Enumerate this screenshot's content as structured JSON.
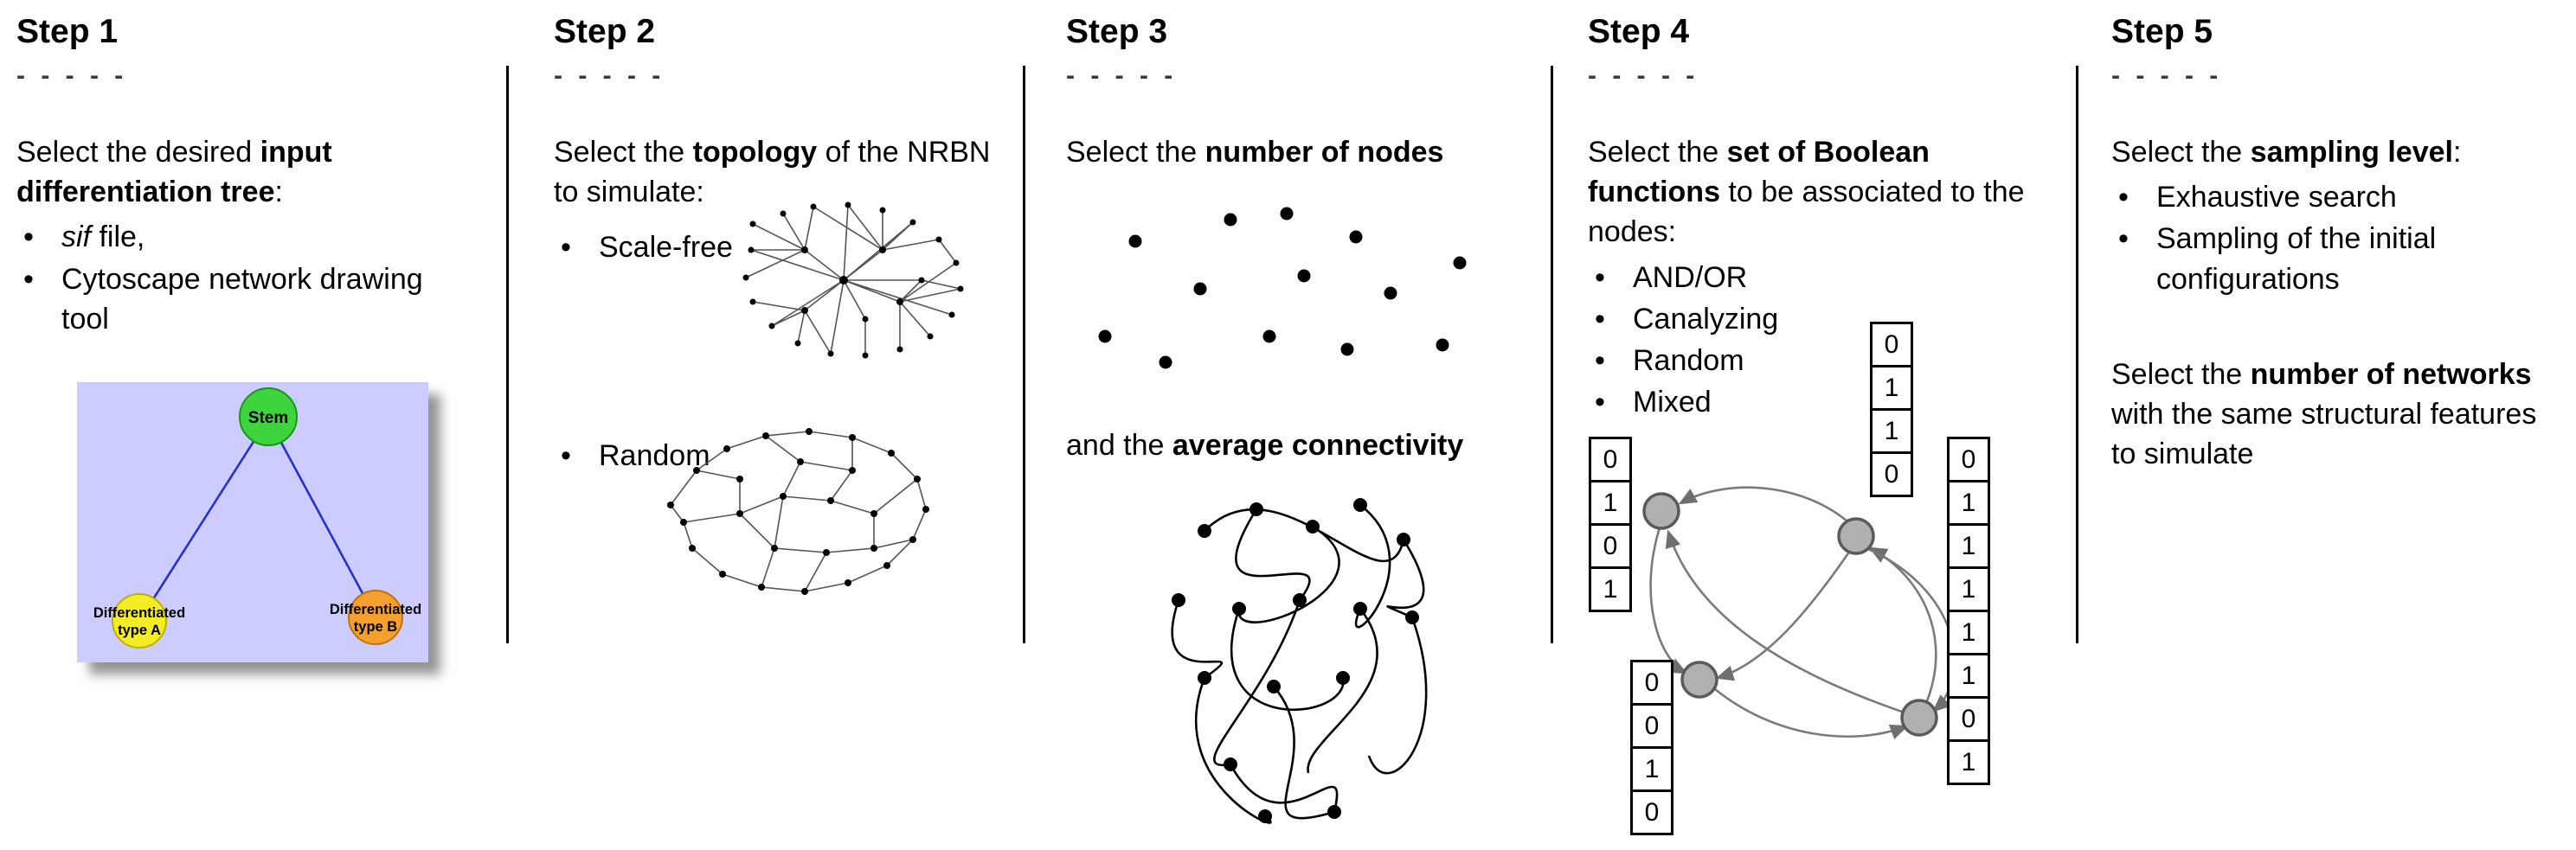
{
  "colors": {
    "stem_green": "#3ed43e",
    "type_a_yellow": "#f4ec25",
    "type_b_orange": "#f59f2e",
    "tree_background": "#ccccff",
    "tree_edge_blue": "#2233cc",
    "boolean_node_gray": "#b0b0b0",
    "divider_black": "#000000"
  },
  "steps": {
    "step1": {
      "title": "Step 1",
      "dashes": "- - - - -",
      "intro": {
        "pre": "Select the desired ",
        "bold": "input differentiation tree",
        "post": ":"
      },
      "bullets": {
        "b1_italic": "sif",
        "b1_rest": " file,",
        "b2": "Cytoscape network drawing tool"
      },
      "tree": {
        "stem": "Stem",
        "type_a_line1": "Differentiated",
        "type_a_line2": "type A",
        "type_b_line1": "Differentiated",
        "type_b_line2": "type B"
      }
    },
    "step2": {
      "title": "Step 2",
      "dashes": "- - - - -",
      "intro": {
        "pre": "Select the ",
        "bold": "topology",
        "post": " of the NRBN to simulate:"
      },
      "bullet1": "Scale-free",
      "bullet2": "Random"
    },
    "step3": {
      "title": "Step 3",
      "dashes": "- - - - -",
      "intro": {
        "pre": "Select the ",
        "bold": "number of nodes"
      },
      "second": {
        "pre": "and the ",
        "bold": "average connectivity"
      }
    },
    "step4": {
      "title": "Step 4",
      "dashes": "- - - - -",
      "intro": {
        "pre": "Select the ",
        "bold": "set of Boolean functions",
        "post": " to be associated to the nodes:"
      },
      "bullets": [
        "AND/OR",
        "Canalyzing",
        "Random",
        "Mixed"
      ],
      "truth_tables": {
        "left": [
          "0",
          "1",
          "0",
          "1"
        ],
        "top": [
          "0",
          "1",
          "1",
          "0"
        ],
        "bottom": [
          "0",
          "0",
          "1",
          "0"
        ],
        "right": [
          "0",
          "1",
          "1",
          "1",
          "1",
          "1",
          "0",
          "1"
        ]
      }
    },
    "step5": {
      "title": "Step 5",
      "dashes": "- - - - -",
      "intro": {
        "pre": "Select the ",
        "bold": "sampling level",
        "post": ":"
      },
      "bullets": [
        "Exhaustive search",
        "Sampling of the initial configurations"
      ],
      "second": {
        "pre": "Select the ",
        "bold": "number of networks",
        "post": " with the same structural features to simulate"
      }
    }
  }
}
